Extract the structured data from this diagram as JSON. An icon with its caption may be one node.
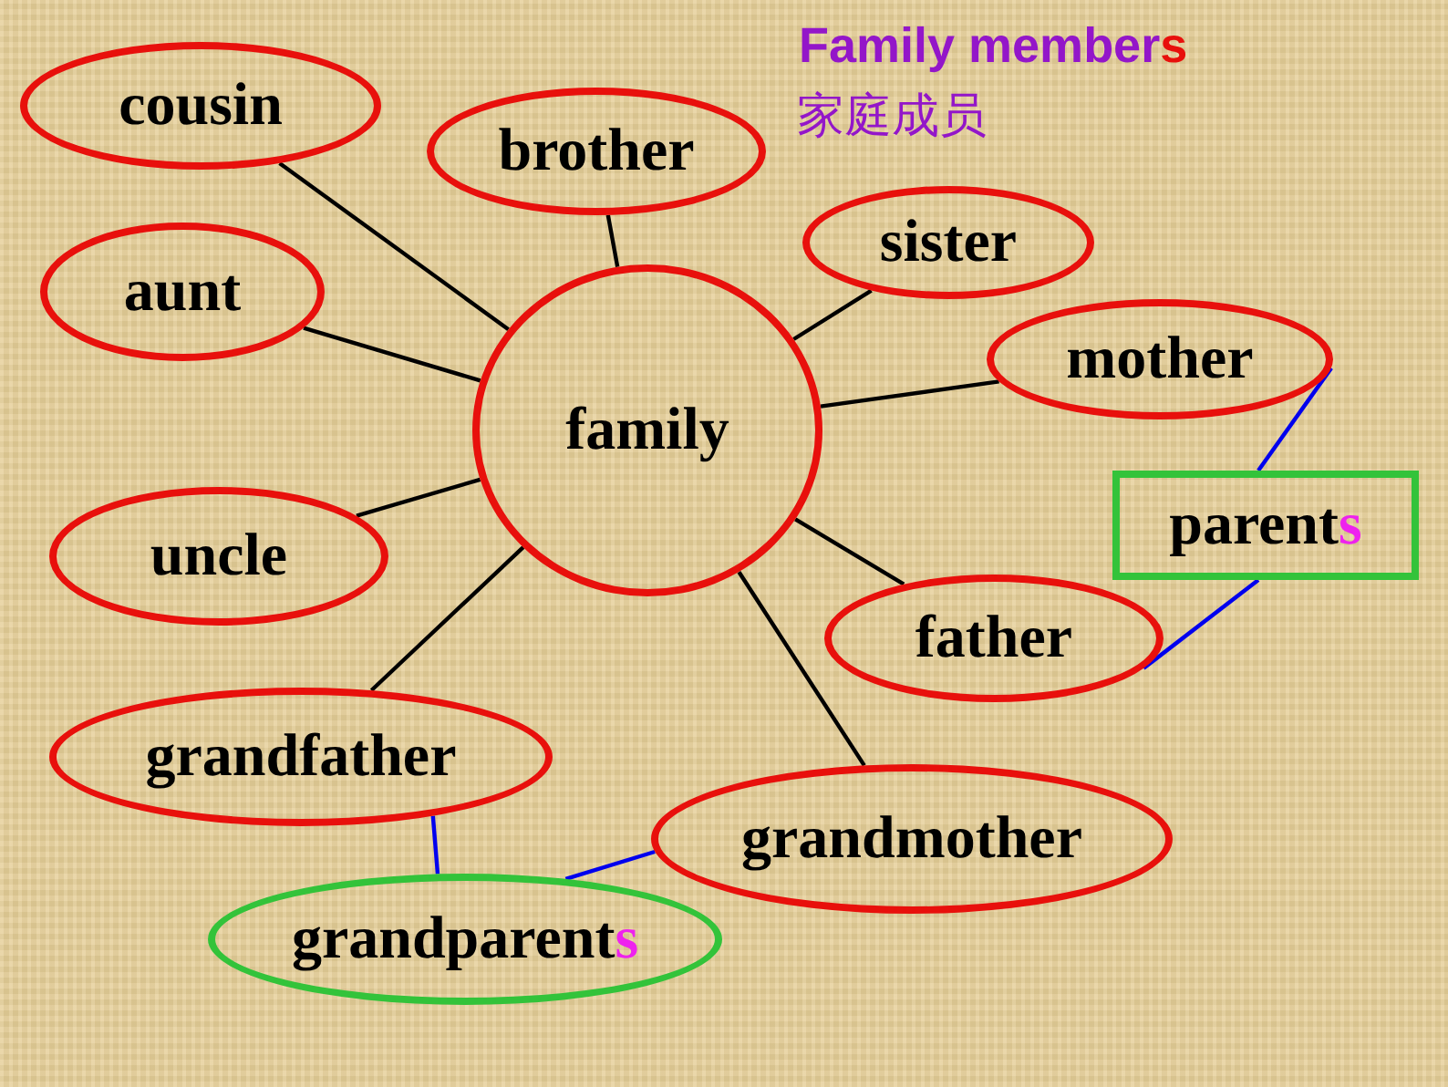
{
  "diagram": {
    "title": "Family members",
    "nodes": [
      {
        "text": [
          "family"
        ]
      },
      {
        "text": [
          "cousin"
        ]
      },
      {
        "text": [
          "brother"
        ]
      },
      {
        "text": [
          "sister"
        ]
      },
      {
        "text": [
          "aunt"
        ]
      },
      {
        "text": [
          "mother"
        ]
      },
      {
        "text": [
          "parents"
        ]
      },
      {
        "text": [
          "uncle"
        ]
      },
      {
        "text": [
          "father"
        ]
      },
      {
        "text": [
          "grandfather"
        ]
      },
      {
        "text": [
          "grandmother"
        ]
      },
      {
        "text": [
          "grandparents"
        ]
      }
    ],
    "edges": [
      {
        "from": 0,
        "to": 1,
        "arrow": "none"
      },
      {
        "from": 0,
        "to": 2,
        "arrow": "none"
      },
      {
        "from": 0,
        "to": 3,
        "arrow": "none"
      },
      {
        "from": 0,
        "to": 4,
        "arrow": "none"
      },
      {
        "from": 0,
        "to": 5,
        "arrow": "none"
      },
      {
        "from": 0,
        "to": 7,
        "arrow": "none"
      },
      {
        "from": 0,
        "to": 8,
        "arrow": "none"
      },
      {
        "from": 0,
        "to": 9,
        "arrow": "none"
      },
      {
        "from": 0,
        "to": 10,
        "arrow": "none"
      },
      {
        "from": 5,
        "to": 6,
        "arrow": "none",
        "color": "#0000ee"
      },
      {
        "from": 8,
        "to": 6,
        "arrow": "none",
        "color": "#0000ee"
      },
      {
        "from": 9,
        "to": 11,
        "arrow": "none",
        "color": "#0000ee"
      },
      {
        "from": 10,
        "to": 11,
        "arrow": "none",
        "color": "#0000ee"
      }
    ],
    "labels": [
      "家庭成员"
    ]
  }
}
